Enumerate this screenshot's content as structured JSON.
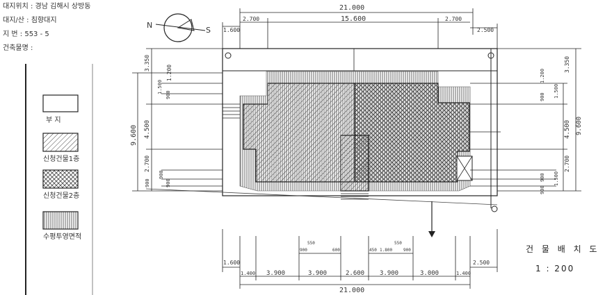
{
  "site_info": {
    "location_label": "대지위치 :",
    "location_value": "경남 김해시 상방동",
    "lot_label": "대지/산 :",
    "lot_value": "침향대지",
    "lot_number_label": "지    번 :",
    "lot_number_value": "553 - 5",
    "building_label": "건축물명 :"
  },
  "legend": {
    "items": [
      {
        "label": "부  지",
        "pattern": "site"
      },
      {
        "label": "신청건물1층",
        "pattern": "floor1"
      },
      {
        "label": "신청건물2층",
        "pattern": "floor2"
      },
      {
        "label": "수평투영면적",
        "pattern": "projection"
      }
    ]
  },
  "compass": {
    "north": "N",
    "south": "S"
  },
  "drawing": {
    "title": "건 물 배 치 도",
    "scale": "1 : 200"
  },
  "dimensions": {
    "top_total": "21.000",
    "top_left_edge": "1.600",
    "top_left": "2.700",
    "top_center": "15.600",
    "top_right": "2.700",
    "top_right_edge": "2.500",
    "bottom_total": "21.000",
    "bottom_left_edge": "1.600",
    "bottom_right_edge": "2.500",
    "bottom_segments": [
      "1.400",
      "3.900",
      "3.900",
      "2.600",
      "3.900",
      "3.000",
      "1.400"
    ],
    "bottom_small": [
      "900",
      "550",
      "600",
      "450",
      "1.800",
      "550",
      "900"
    ],
    "left_total": "9.600",
    "left_mid": "4.500",
    "left_top": "3.350",
    "left_upper": "1.200",
    "left_a": "1.500",
    "left_b": "900",
    "left_lower": "2.700",
    "left_c": "900",
    "left_d": "900",
    "left_e": "900",
    "right_total": "9.600",
    "right_mid": "4.500",
    "right_top": "3.350",
    "right_a": "1.200",
    "right_b": "1.500",
    "right_c": "900",
    "right_lower": "2.700",
    "right_d": "1.500",
    "right_e": "900",
    "right_f": "900"
  }
}
